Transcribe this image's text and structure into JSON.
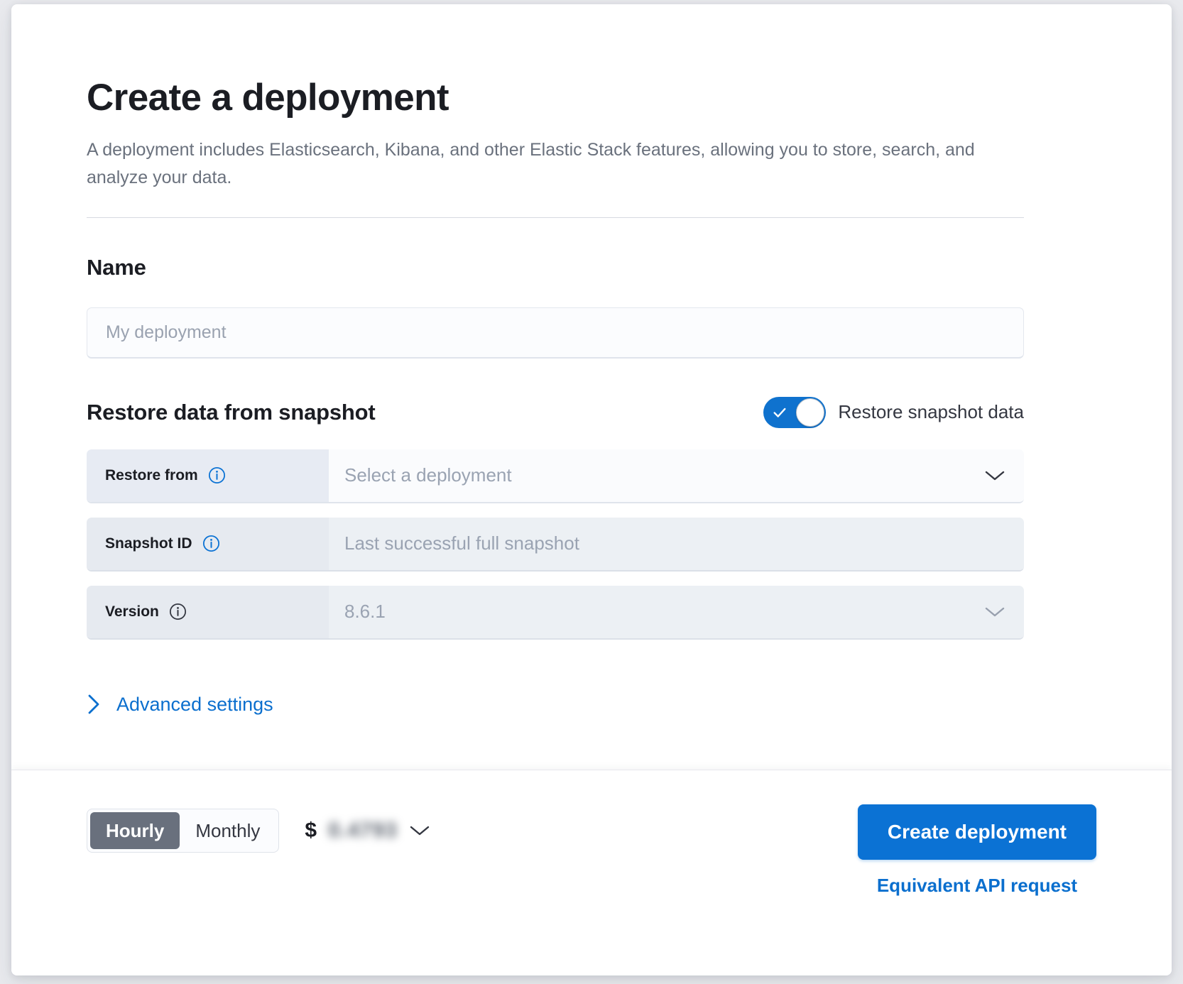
{
  "header": {
    "title": "Create a deployment",
    "description": "A deployment includes Elasticsearch, Kibana, and other Elastic Stack features, allowing you to store, search, and analyze your data."
  },
  "name_section": {
    "heading": "Name",
    "placeholder": "My deployment",
    "value": ""
  },
  "snapshot_section": {
    "heading": "Restore data from snapshot",
    "toggle_label": "Restore snapshot data",
    "toggle_on": true,
    "rows": [
      {
        "label": "Restore from",
        "value": "Select a deployment",
        "icon": "info-icon",
        "control": "dropdown",
        "disabled": false
      },
      {
        "label": "Snapshot ID",
        "value": "Last successful full snapshot",
        "icon": "info-icon",
        "control": "text",
        "disabled": true
      },
      {
        "label": "Version",
        "value": "8.6.1",
        "icon": "info-icon",
        "control": "dropdown",
        "disabled": true
      }
    ],
    "advanced_settings_label": "Advanced settings"
  },
  "footer": {
    "billing_options": [
      "Hourly",
      "Monthly"
    ],
    "billing_selected": "Hourly",
    "price_currency": "$",
    "price_amount": "0.4793",
    "create_button": "Create deployment",
    "api_link": "Equivalent API request"
  },
  "colors": {
    "accent_blue": "#0b72d4",
    "link_blue": "#0b6fce",
    "toggle_on": "#0f72ce",
    "segment_active": "#69707d",
    "text_dark": "#1b1d23",
    "text_muted": "#6a717d"
  }
}
